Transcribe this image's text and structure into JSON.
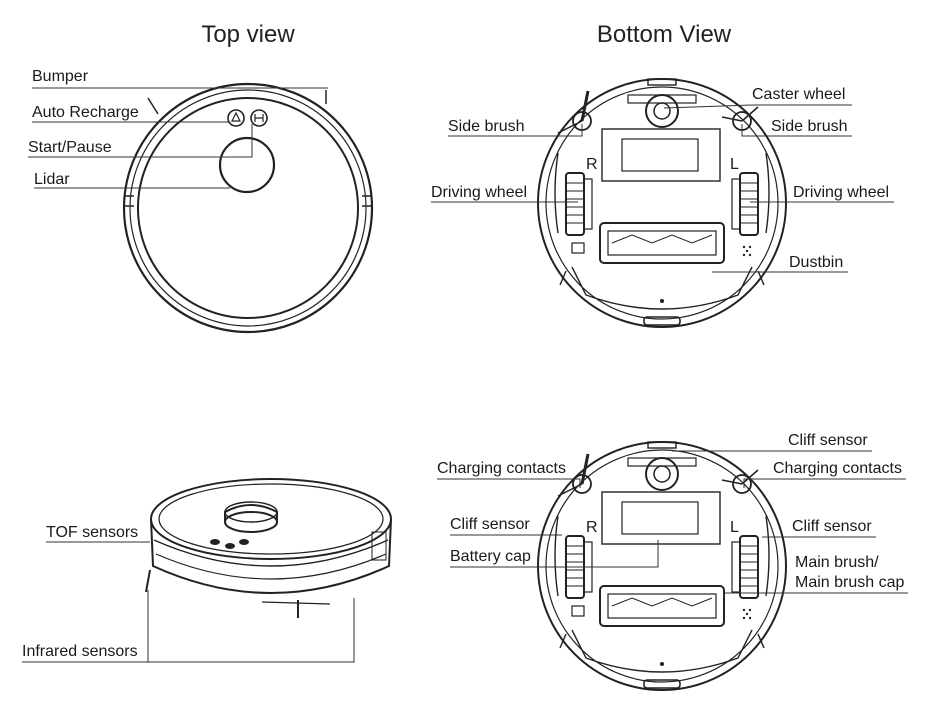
{
  "titles": {
    "top_view": "Top view",
    "bottom_view": "Bottom View"
  },
  "top_view": {
    "bumper": "Bumper",
    "auto_recharge": "Auto Recharge",
    "start_pause": "Start/Pause",
    "lidar": "Lidar"
  },
  "bottom_view": {
    "caster_wheel": "Caster wheel",
    "side_brush_left": "Side brush",
    "side_brush_right": "Side brush",
    "driving_wheel_left": "Driving wheel",
    "driving_wheel_right": "Driving wheel",
    "dustbin": "Dustbin",
    "wheel_mark_r": "R",
    "wheel_mark_l": "L"
  },
  "side_view": {
    "tof_sensors": "TOF sensors",
    "infrared_sensors": "Infrared sensors"
  },
  "bottom_view_2": {
    "cliff_sensor_top": "Cliff sensor",
    "charging_contacts_left": "Charging contacts",
    "charging_contacts_right": "Charging contacts",
    "cliff_sensor_left": "Cliff sensor",
    "cliff_sensor_right": "Cliff sensor",
    "battery_cap": "Battery cap",
    "main_brush_line1": "Main brush/",
    "main_brush_line2": "Main brush cap",
    "wheel_mark_r": "R",
    "wheel_mark_l": "L"
  }
}
